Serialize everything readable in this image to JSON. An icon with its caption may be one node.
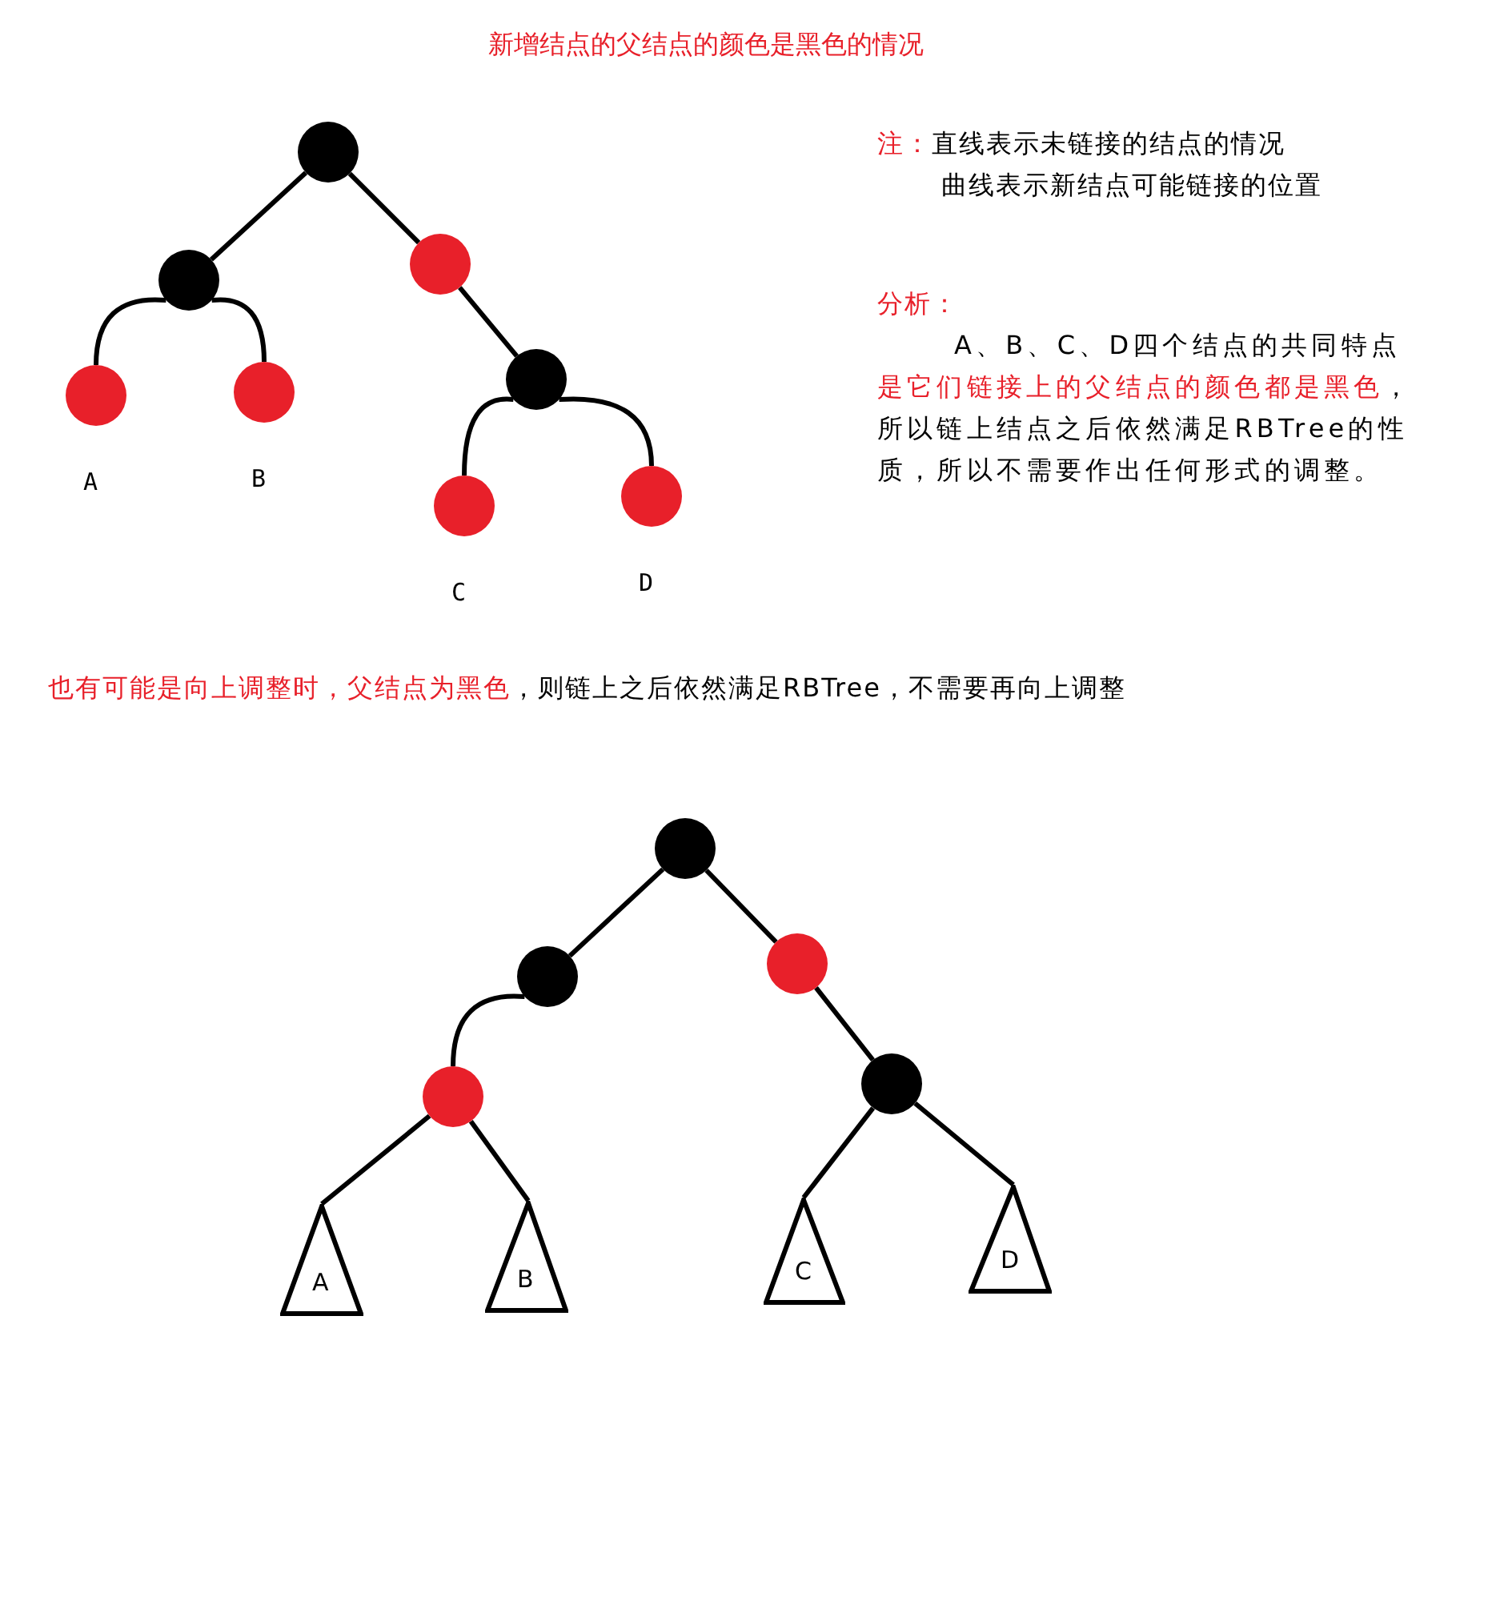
{
  "diagram": {
    "title": "新增结点的父结点的颜色是黑色的情况",
    "nodes": [
      {
        "text": [],
        "shape": "circle"
      },
      {
        "text": [],
        "shape": "circle"
      },
      {
        "text": [],
        "shape": "circle",
        "beside": [
          "A"
        ]
      },
      {
        "text": [],
        "shape": "circle",
        "beside": [
          "B"
        ]
      },
      {
        "text": [],
        "shape": "circle"
      },
      {
        "text": [],
        "shape": "circle"
      },
      {
        "text": [],
        "shape": "circle",
        "beside": [
          "C"
        ]
      },
      {
        "text": [],
        "shape": "circle",
        "beside": [
          "D"
        ]
      },
      {
        "text": [],
        "shape": "circle"
      },
      {
        "text": [],
        "shape": "circle"
      },
      {
        "text": [],
        "shape": "circle"
      },
      {
        "text": [],
        "shape": "circle"
      },
      {
        "text": [],
        "shape": "circle"
      },
      {
        "text": [
          "A"
        ]
      },
      {
        "text": [
          "B"
        ]
      },
      {
        "text": [
          "C"
        ]
      },
      {
        "text": [
          "D"
        ]
      }
    ],
    "edges": [
      {
        "from": 0,
        "to": 1,
        "arrow": "none"
      },
      {
        "from": 0,
        "to": 4,
        "arrow": "none"
      },
      {
        "from": 1,
        "to": 2,
        "arrow": "none"
      },
      {
        "from": 1,
        "to": 3,
        "arrow": "none"
      },
      {
        "from": 4,
        "to": 5,
        "arrow": "none"
      },
      {
        "from": 5,
        "to": 6,
        "arrow": "none"
      },
      {
        "from": 5,
        "to": 7,
        "arrow": "none"
      },
      {
        "from": 8,
        "to": 9,
        "arrow": "none"
      },
      {
        "from": 8,
        "to": 11,
        "arrow": "none"
      },
      {
        "from": 9,
        "to": 10,
        "arrow": "none"
      },
      {
        "from": 11,
        "to": 12,
        "arrow": "none"
      },
      {
        "from": 10,
        "to": 13,
        "arrow": "none"
      },
      {
        "from": 10,
        "to": 14,
        "arrow": "none"
      },
      {
        "from": 12,
        "to": 15,
        "arrow": "none"
      },
      {
        "from": 12,
        "to": 16,
        "arrow": "none"
      }
    ],
    "labels": [
      "注：",
      "直线表示未链接的结点的情况",
      "曲线表示新结点可能链接的位置",
      "分析：",
      "A、B、C、D四个结点的共同特点",
      "是它们链接上的父结点的颜色都是黑色",
      "，所以链上结点之后依然满足RBTree的性质，所以不需要作出任何形式的调整。",
      "也有可能是向上调整时，父结点为黑色",
      "，则链上之后依然满足RBTree，不需要再向上调整"
    ]
  }
}
